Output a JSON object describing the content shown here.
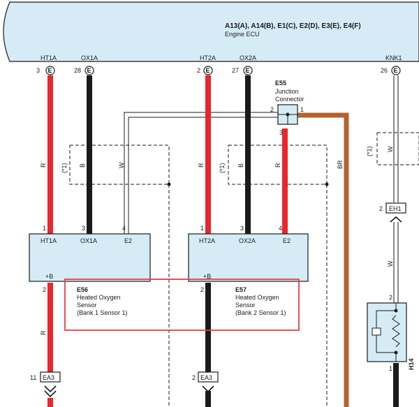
{
  "ecu": {
    "connectors": "A13(A), A14(B), E1(C), E2(D), E3(E), E4(F)",
    "name": "Engine ECU",
    "fill": "#d5ecf7",
    "pins": [
      {
        "label": "HT1A",
        "num": "3",
        "letter": "E"
      },
      {
        "label": "OX1A",
        "num": "28",
        "letter": "E"
      },
      {
        "label": "HT2A",
        "num": "2",
        "letter": "E"
      },
      {
        "label": "OX2A",
        "num": "27",
        "letter": "E"
      },
      {
        "label": "KNK1",
        "num": "26",
        "letter": "E"
      }
    ]
  },
  "junction": {
    "id": "E55",
    "name_line1": "Junction",
    "name_line2": "Connector",
    "pin_left": "2",
    "pin_right": "1",
    "pin_bottom": "3"
  },
  "wire_colors": {
    "r": "R",
    "b": "B",
    "w": "W",
    "br": "BR"
  },
  "note": "(*1)",
  "sensor1": {
    "pins_top": [
      {
        "num": "1",
        "label": "HT1A"
      },
      {
        "num": "3",
        "label": "OX1A"
      },
      {
        "num": "4",
        "label": "E2"
      }
    ],
    "plus_b": "+B",
    "pin_bottom": "2",
    "id": "E56",
    "line1": "Heated Oxygen",
    "line2": "Sensor",
    "line3": "(Bank 1 Sensor 1)"
  },
  "sensor2": {
    "pins_top": [
      {
        "num": "1",
        "label": "HT2A"
      },
      {
        "num": "3",
        "label": "OX2A"
      },
      {
        "num": "4",
        "label": "E2"
      }
    ],
    "plus_b": "+B",
    "pin_bottom": "2",
    "id": "E57",
    "line1": "Heated Oxygen",
    "line2": "Sensor",
    "line3": "(Bank 2 Sensor 1)"
  },
  "connector_ea3_left": {
    "num": "11",
    "label": "EA3"
  },
  "connector_ea3_right": {
    "num": "2",
    "label": "EA3"
  },
  "connector_eh1": {
    "num": "2",
    "label": "EH1"
  },
  "knock": {
    "pin_top": "2",
    "pin_bottom": "1",
    "id": "H14"
  },
  "colors": {
    "red": "#e8262b",
    "black": "#1a1a1a",
    "brown": "#b5622e",
    "highlight": "#e04040"
  }
}
